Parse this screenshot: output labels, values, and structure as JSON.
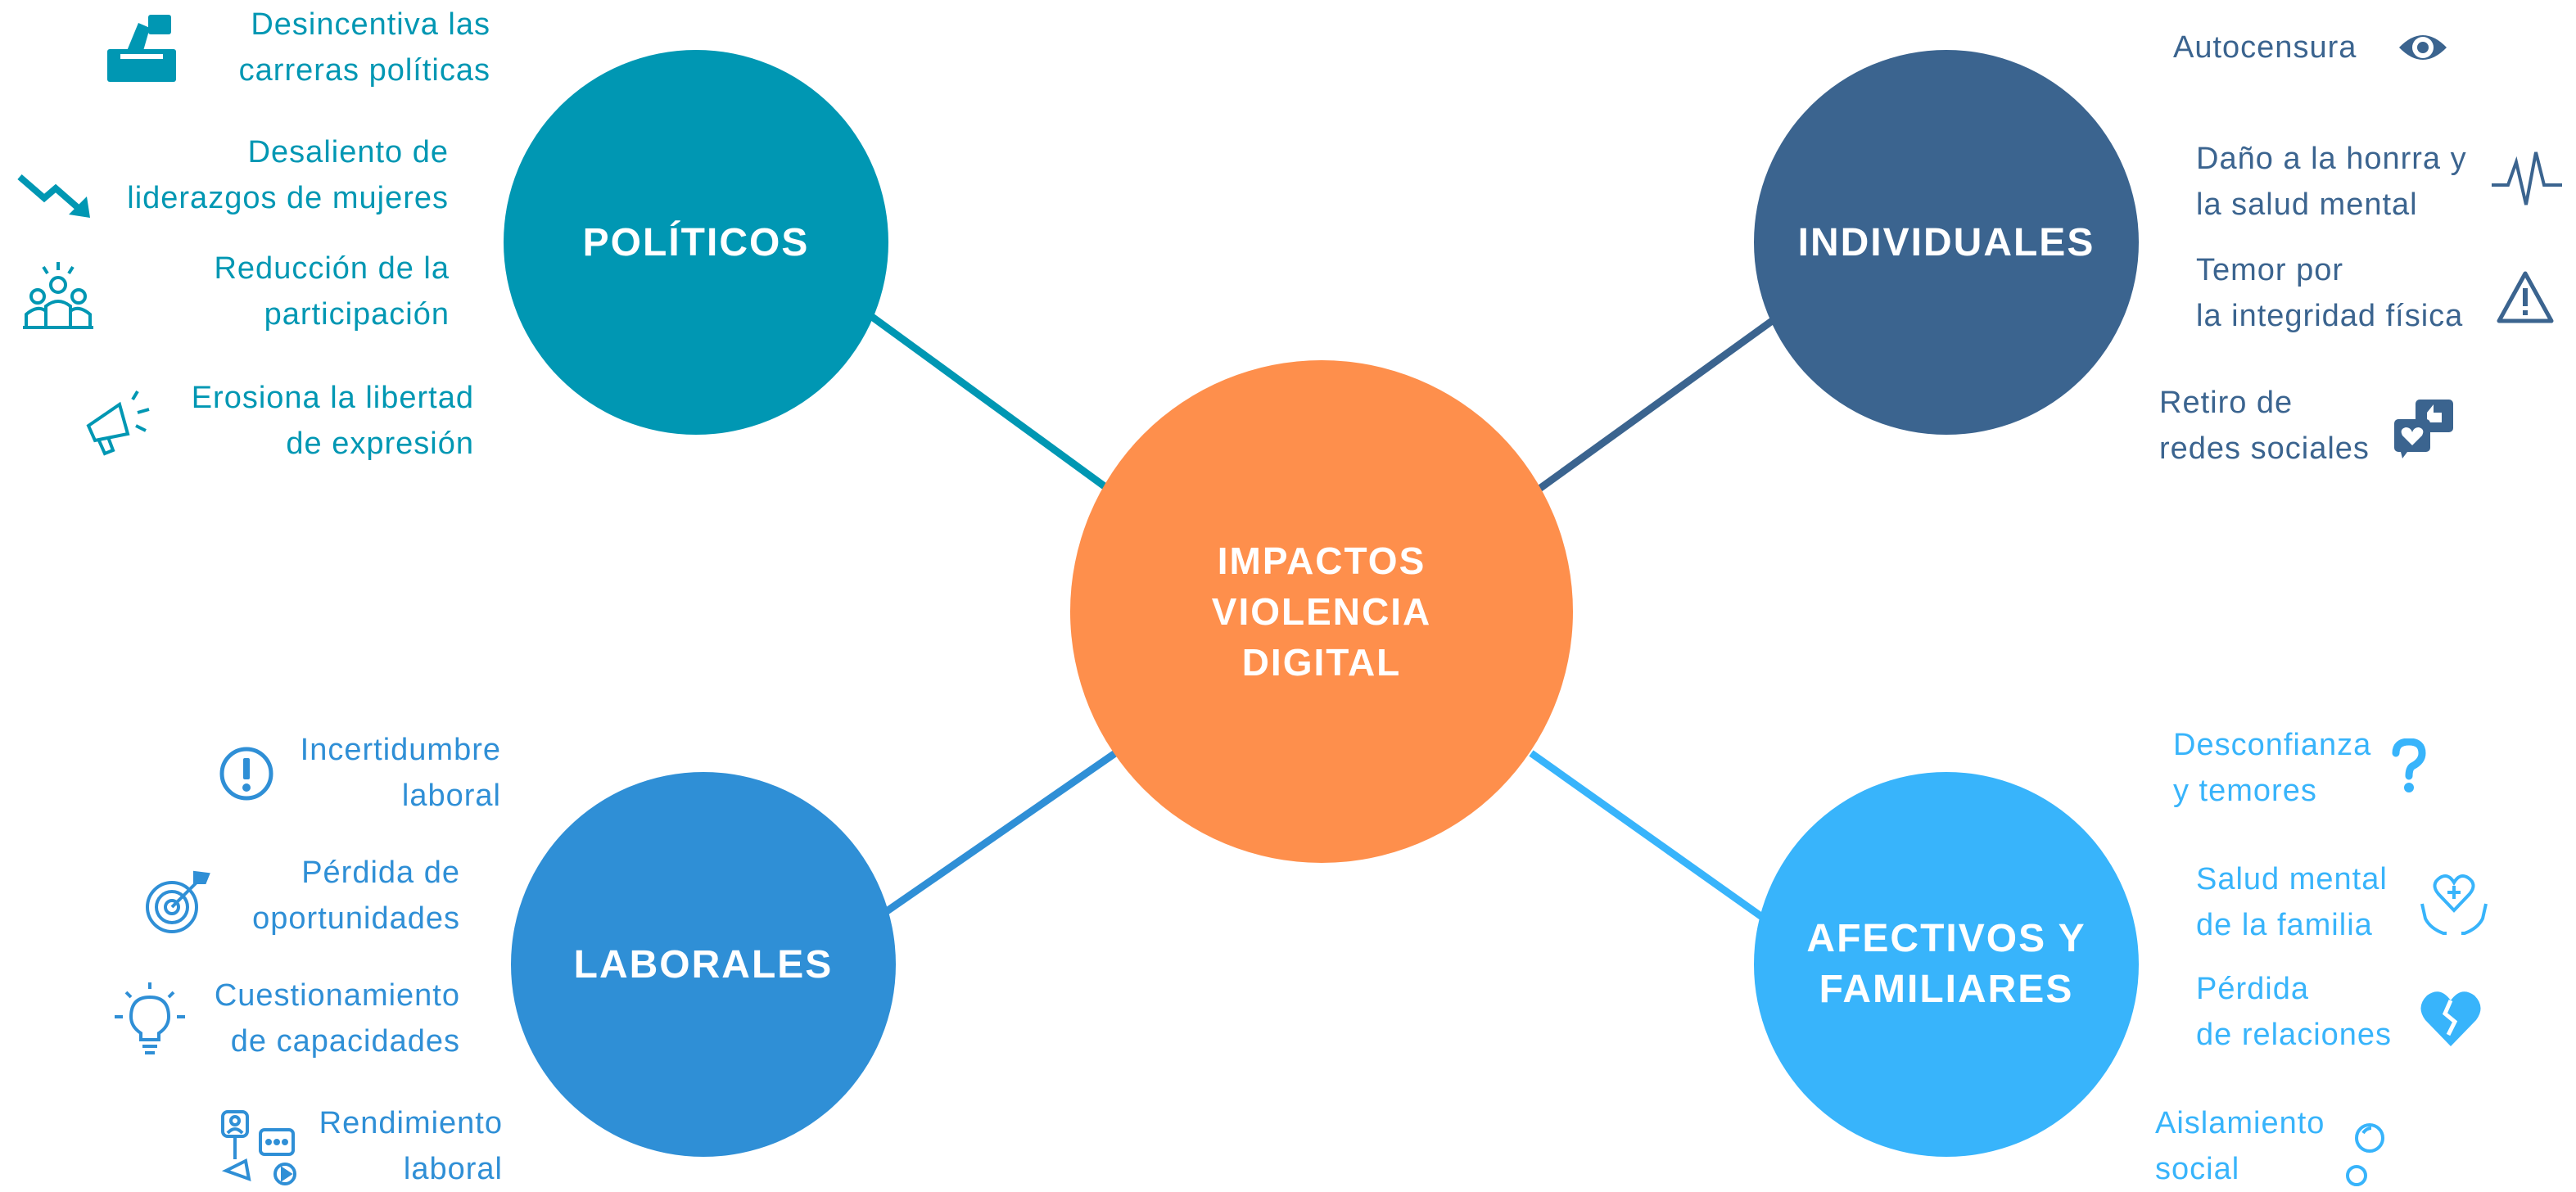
{
  "center": {
    "label": "IMPACTOS\nVIOLENCIA\nDIGITAL",
    "color": "#fe8f4c"
  },
  "categories": {
    "politicos": {
      "label": "POLÍTICOS",
      "color": "#0097b3",
      "items": [
        {
          "text": "Desincentiva las\ncarreras políticas",
          "icon": "ballot-box-icon"
        },
        {
          "text": "Desaliento de\nliderazgos de mujeres",
          "icon": "trend-down-icon"
        },
        {
          "text": "Reducción de la\nparticipación",
          "icon": "people-group-icon"
        },
        {
          "text": "Erosiona la libertad\nde expresión",
          "icon": "megaphone-icon"
        }
      ]
    },
    "individuales": {
      "label": "INDIVIDUALES",
      "color": "#3b648f",
      "items": [
        {
          "text": "Autocensura",
          "icon": "eye-icon"
        },
        {
          "text": "Daño a la honrra y\nla salud mental",
          "icon": "heartbeat-icon"
        },
        {
          "text": "Temor por\nla integridad física",
          "icon": "warning-icon"
        },
        {
          "text": "Retiro de\nredes sociales",
          "icon": "social-reactions-icon"
        }
      ]
    },
    "laborales": {
      "label": "LABORALES",
      "color": "#2f8fd6",
      "items": [
        {
          "text": "Incertidumbre\nlaboral",
          "icon": "exclamation-circle-icon"
        },
        {
          "text": "Pérdida de\noportunidades",
          "icon": "target-icon"
        },
        {
          "text": "Cuestionamiento\nde capacidades",
          "icon": "lightbulb-icon"
        },
        {
          "text": "Rendimiento\nlaboral",
          "icon": "workflow-icon"
        }
      ]
    },
    "afectivos": {
      "label": "AFECTIVOS Y\nFAMILIARES",
      "color": "#38b4fb",
      "items": [
        {
          "text": "Desconfianza\ny temores",
          "icon": "question-mark-icon"
        },
        {
          "text": "Salud mental\nde la familia",
          "icon": "heart-hands-icon"
        },
        {
          "text": "Pérdida\nde relaciones",
          "icon": "broken-heart-icon"
        },
        {
          "text": "Aislamiento\nsocial",
          "icon": "bubbles-icon"
        }
      ]
    }
  }
}
